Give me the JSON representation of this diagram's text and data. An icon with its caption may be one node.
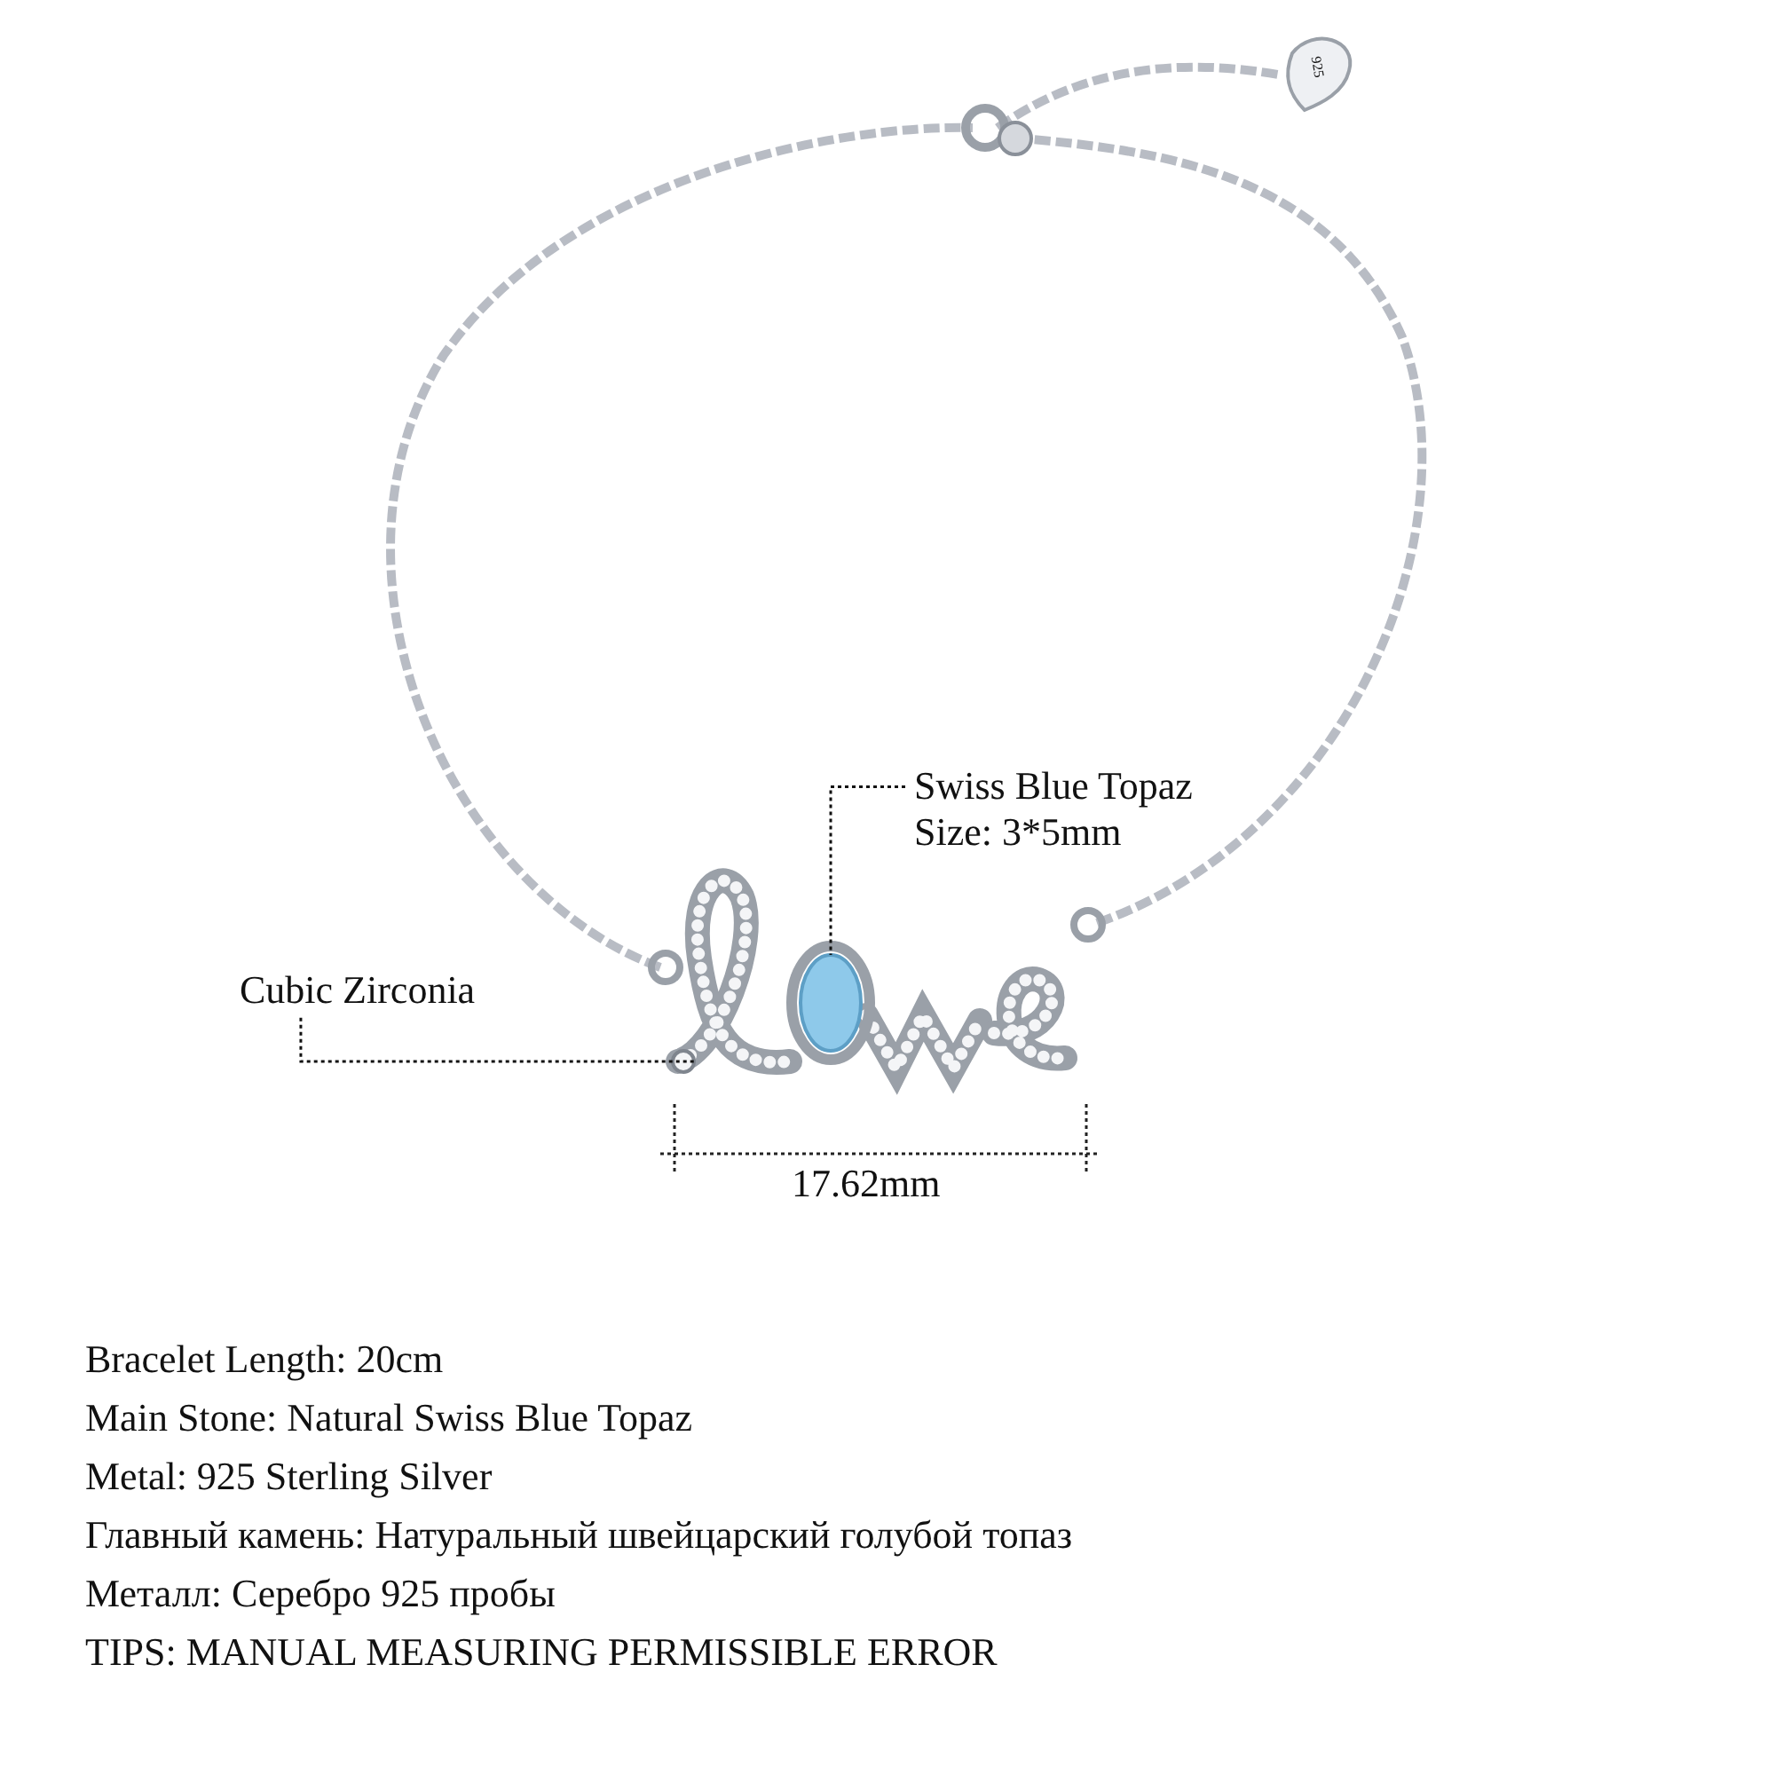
{
  "diagram": {
    "nodes": [
      {
        "text": [
          "Swiss Blue Topaz",
          "Size: 3*5mm"
        ]
      },
      {
        "text": [],
        "shape": "ellipse"
      },
      {
        "text": [
          "Cubic Zirconia"
        ]
      },
      {
        "text": [],
        "shape": "circle"
      }
    ],
    "edges": [
      {
        "from": 0,
        "to": 1,
        "arrow": "none",
        "style": "dashed"
      },
      {
        "from": 2,
        "to": 3,
        "arrow": "none",
        "style": "dashed"
      }
    ],
    "labels": [
      "925",
      "17.62mm",
      "Bracelet Length: 20cm",
      "Main Stone: Natural Swiss Blue Topaz",
      "Metal: 925 Sterling Silver",
      "Главный камень: Натуральный швейцарский голубой топаз",
      "Металл: Серебро 925 пробы",
      "TIPS: MANUAL MEASURING PERMISSIBLE ERROR"
    ]
  }
}
